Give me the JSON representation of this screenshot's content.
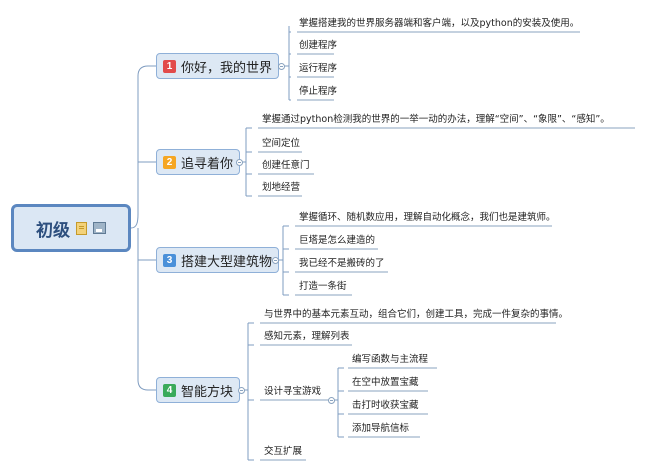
{
  "root": {
    "title": "初级"
  },
  "topics": [
    {
      "num": "1",
      "color": "#e24b4b",
      "label": "你好，我的世界",
      "items": [
        "掌握搭建我的世界服务器端和客户端，以及python的安装及使用。",
        "创建程序",
        "运行程序",
        "停止程序"
      ]
    },
    {
      "num": "2",
      "color": "#f5a623",
      "label": "追寻着你",
      "items": [
        "掌握通过python检测我的世界的一举一动的办法，理解“空间”、“象限”、“感知”。",
        "空间定位",
        "创建任意门",
        "划地经营"
      ]
    },
    {
      "num": "3",
      "color": "#4a90d9",
      "label": "搭建大型建筑物",
      "items": [
        "掌握循环、随机数应用，理解自动化概念，我们也是建筑师。",
        "巨塔是怎么建造的",
        "我已经不是搬砖的了",
        "打造一条街"
      ]
    },
    {
      "num": "4",
      "color": "#3aaa5a",
      "label": "智能方块",
      "items": [
        "与世界中的基本元素互动，组合它们，创建工具，完成一件复杂的事情。",
        "感知元素，理解列表",
        "设计寻宝游戏",
        "交互扩展"
      ],
      "subitems": [
        "编写函数与主流程",
        "在空中放置宝藏",
        "击打时收获宝藏",
        "添加导航信标"
      ]
    }
  ]
}
